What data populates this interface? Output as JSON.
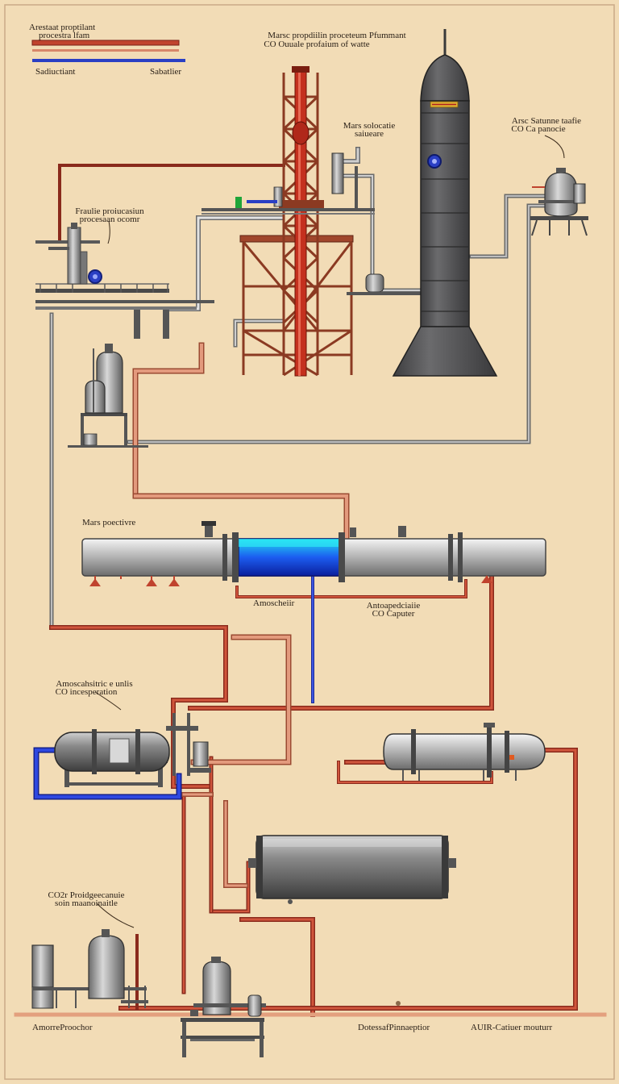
{
  "legend": {
    "line1": "Arestaat proptilant",
    "line2": "procestra lfam",
    "left": "Sadiuctiant",
    "right": "Sabatlier"
  },
  "labels": {
    "top_title_1": "Marsc propdiilin proceteum Pfummant",
    "top_title_2": "CO Ouuale profaium of watte",
    "mars_subsystem_1": "Mars solocatie",
    "mars_subsystem_2": "saiueare",
    "storage_1": "Arsc Satunne taafie",
    "storage_2": "CO Ca panocie",
    "feeding_1": "Fraulie proiucasiun",
    "feeding_2": "procesaan ocomr",
    "mars_production": "Mars poectivre",
    "atmospheric": "Amoscheiir",
    "capture_1": "Antoapedciaiie",
    "capture_2": "CO Caputer",
    "incorporation_1": "Amoscahsitric e unlis",
    "incorporation_2": "CO incesperation",
    "co2_1": "CO2r Proidgeecanuie",
    "co2_2": "soin  maanoinaitle",
    "bottom_left": "AmorreProochor",
    "bottom_mid": "DotessafPinnaeptior",
    "bottom_right": "AUIR-Catiuer mouturr"
  },
  "colors": {
    "background": "#f2dcb6",
    "pipe_red": "#c0432e",
    "pipe_copper": "#d8876a",
    "pipe_blue": "#2a3fc4",
    "pipe_gray": "#8e8e8e",
    "tower": "#5a5a5c"
  }
}
